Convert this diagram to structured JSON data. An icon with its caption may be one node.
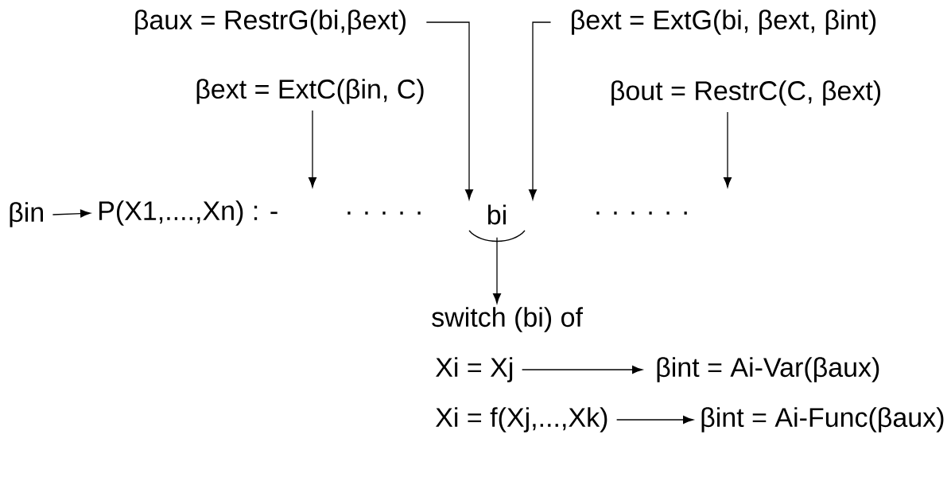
{
  "diagram": {
    "nodes": [
      {
        "text": [
          "βin"
        ]
      },
      {
        "text": [
          "P(X1,....,Xn) : -"
        ]
      },
      {
        "text": [
          "βaux = RestrG(bi,βext)"
        ]
      },
      {
        "text": [
          "βext = ExtC(βin, C)"
        ]
      },
      {
        "text": [
          "βext = ExtG(bi, βext, βint)"
        ]
      },
      {
        "text": [
          "βout = RestrC(C, βext)"
        ]
      },
      {
        "text": [
          "bi"
        ]
      },
      {
        "text": [
          "switch (bi) of"
        ]
      },
      {
        "text": [
          "Xi = Xj"
        ]
      },
      {
        "text": [
          "βint = Ai-Var(βaux)"
        ]
      },
      {
        "text": [
          "Xi = f(Xj,...,Xk)"
        ]
      },
      {
        "text": [
          "βint = Ai-Func(βaux)"
        ]
      }
    ],
    "edges": [
      {
        "from": 0,
        "to": 1,
        "arrow": "to"
      },
      {
        "from": 2,
        "to": 6,
        "arrow": "to"
      },
      {
        "from": 4,
        "to": 6,
        "arrow": "to"
      },
      {
        "from": 3,
        "to": null,
        "arrow": "to"
      },
      {
        "from": 5,
        "to": null,
        "arrow": "to"
      },
      {
        "from": 6,
        "to": 7,
        "arrow": "to"
      },
      {
        "from": 8,
        "to": 9,
        "arrow": "to"
      },
      {
        "from": 10,
        "to": 11,
        "arrow": "to"
      }
    ],
    "labels": [
      ". . . . .",
      ". . . . . ."
    ]
  }
}
